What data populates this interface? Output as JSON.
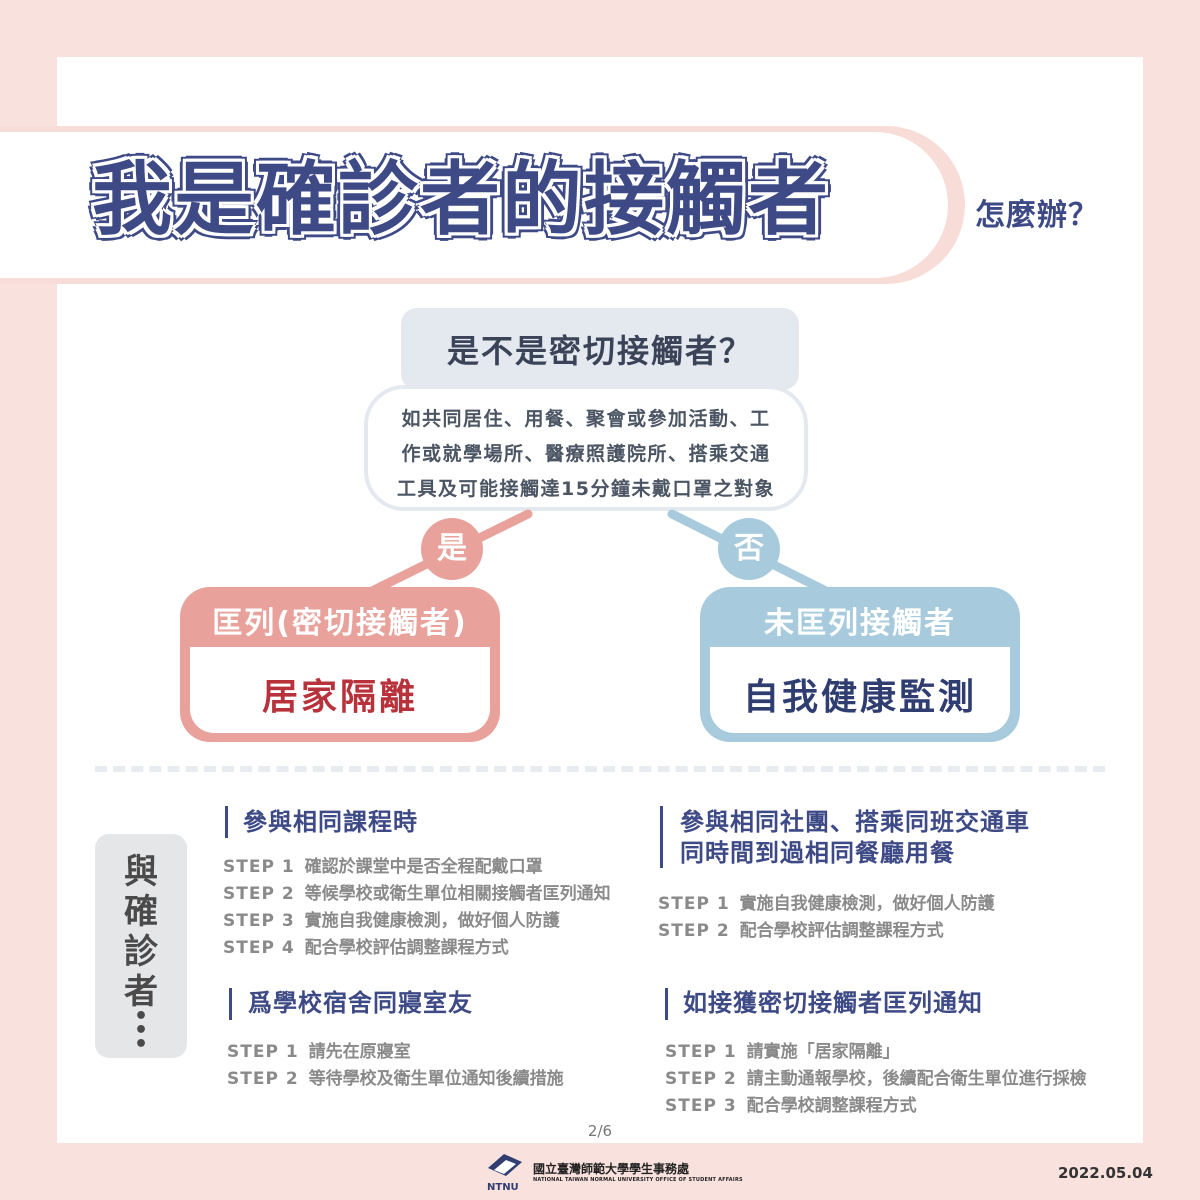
{
  "title": {
    "main": "我是確診者的接觸者",
    "sub": "怎麼辦？"
  },
  "question": {
    "heading": "是不是密切接觸者？",
    "definition_lines": [
      "如共同居住、用餐、聚會或參加活動、工",
      "作或就學場所、醫療照護院所、搭乘交通",
      "工具及可能接觸達15分鐘未戴口罩之對象"
    ]
  },
  "branches": {
    "yes": {
      "label": "是",
      "header": "匡列(密切接觸者)",
      "result": "居家隔離"
    },
    "no": {
      "label": "否",
      "header": "未匡列接觸者",
      "result": "自我健康監測"
    }
  },
  "side_label": {
    "text": "與確診者",
    "dots": "•\n•\n•"
  },
  "sections": [
    {
      "title_lines": [
        "參與相同課程時"
      ],
      "steps": [
        {
          "label": "STEP 1",
          "text": "確認於課堂中是否全程配戴口罩"
        },
        {
          "label": "STEP 2",
          "text": "等候學校或衛生單位相關接觸者匡列通知"
        },
        {
          "label": "STEP 3",
          "text": "實施自我健康檢測，做好個人防護"
        },
        {
          "label": "STEP 4",
          "text": "配合學校評估調整課程方式"
        }
      ]
    },
    {
      "title_lines": [
        "參與相同社團、搭乘同班交通車",
        "同時間到過相同餐廳用餐"
      ],
      "steps": [
        {
          "label": "STEP 1",
          "text": "實施自我健康檢測，做好個人防護"
        },
        {
          "label": "STEP 2",
          "text": "配合學校評估調整課程方式"
        }
      ]
    },
    {
      "title_lines": [
        "爲學校宿舍同寢室友"
      ],
      "steps": [
        {
          "label": "STEP 1",
          "text": "請先在原寢室"
        },
        {
          "label": "STEP 2",
          "text": "等待學校及衛生單位通知後續措施"
        }
      ]
    },
    {
      "title_lines": [
        "如接獲密切接觸者匡列通知"
      ],
      "steps": [
        {
          "label": "STEP 1",
          "text": "請實施「居家隔離」"
        },
        {
          "label": "STEP 2",
          "text": "請主動通報學校，後續配合衛生單位進行採檢"
        },
        {
          "label": "STEP 3",
          "text": "配合學校調整課程方式"
        }
      ]
    }
  ],
  "page_number": "2/6",
  "footer": {
    "org_zh": "國立臺灣師範大學學生事務處",
    "org_en": "NATIONAL TAIWAN NORMAL UNIVERSITY OFFICE OF STUDENT AFFAIRS",
    "logo_text": "NTNU",
    "date": "2022.05.04"
  },
  "colors": {
    "navy": "#3e4a86",
    "pink": "#e8a29b",
    "blue": "#a7cbdd",
    "red_text": "#b8323b",
    "navy_text": "#2f3d70",
    "background": "#f9e1dd"
  }
}
